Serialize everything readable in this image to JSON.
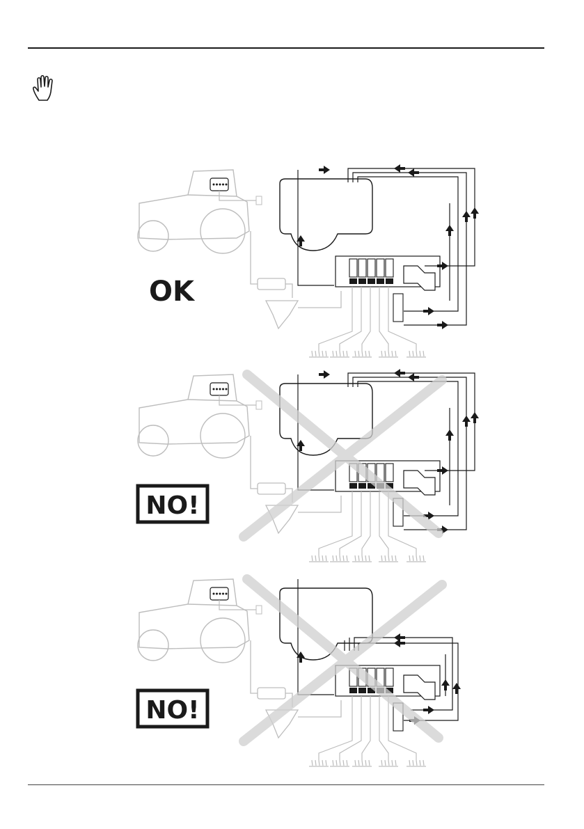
{
  "colors": {
    "ink": "#1a1a1a",
    "faint": "#bdbdbd",
    "cross": "#d0d0d0"
  },
  "icons": {
    "caution": "hand-icon"
  },
  "panels": [
    {
      "verdict": "OK",
      "style": "plain",
      "crossed": false
    },
    {
      "verdict": "NO!",
      "style": "boxed",
      "crossed": true
    },
    {
      "verdict": "NO!",
      "style": "boxed",
      "crossed": true
    }
  ]
}
